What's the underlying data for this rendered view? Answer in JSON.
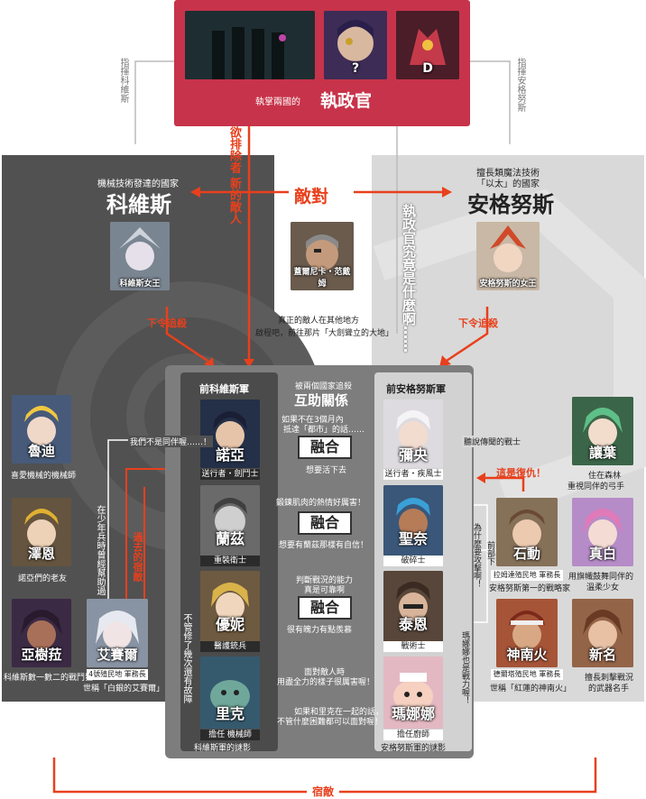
{
  "top": {
    "caption": "執掌兩國的",
    "title": "執政官",
    "portrait_q_label": "?",
    "portrait_d_label": "D",
    "side_left_vertical": "指揮科維斯",
    "side_right_vertical": "指揮安格努斯"
  },
  "keves": {
    "subtitle": "機械技術發達的國家",
    "title": "科維斯",
    "queen_label": "科維斯女王",
    "order_text": "下令追殺"
  },
  "agnus": {
    "subtitle_line1": "擅長類魔法技術",
    "subtitle_line2": "「以太」的國家",
    "title": "安格努斯",
    "queen_label": "安格努斯的女王",
    "order_text": "下令追殺"
  },
  "hostile": "敵對",
  "consul_question": "執政官究竟是什麼啊……",
  "guernica": {
    "label": "蓋爾尼卡・范戴姆",
    "note_line1": "真正的敵人在其他地方",
    "note_line2": "啟程吧，前往那片「大劍聳立的大地」"
  },
  "red_vertical_center": "欲排除者 新的敵人",
  "center": {
    "header_caption": "被兩個國家追殺",
    "header_title": "互助關係",
    "left_col_title": "前科維斯軍",
    "right_col_title": "前安格努斯軍",
    "fusion": "融合"
  },
  "pairs": [
    {
      "left_name": "諾亞",
      "left_tag": "送行者・劍鬥士",
      "right_name": "彌央",
      "right_tag": "送行者・疾風士",
      "line1": "如果不在3個月內",
      "line2": "抵達「都市」的話……",
      "line3": "想要活下去"
    },
    {
      "left_name": "蘭茲",
      "left_tag": "重裝衛士",
      "right_name": "聖奈",
      "right_tag": "破碎士",
      "line1": "鍛鍊肌肉的熱情好厲害！",
      "line2": "",
      "line3": "想要有蘭茲那樣有自信！"
    },
    {
      "left_name": "優妮",
      "left_tag": "醫護銃兵",
      "right_name": "泰恩",
      "right_tag": "戰術士",
      "line1": "判斷戰況的能力",
      "line2": "真是可靠啊",
      "line3": "很有魄力有點羨慕"
    },
    {
      "left_name": "里克",
      "left_tag": "擔任 機械師",
      "left_tag2": "科維斯軍的謎影",
      "right_name": "瑪娜娜",
      "right_tag": "擔任廚師",
      "right_tag2": "安格努斯軍的謎影",
      "line1": "面對敵人時",
      "line2": "用盡全力的樣子很厲害喔！",
      "line3": "如果和里克在一起的話，",
      "line4": "不管什麼困難都可以面對喔！"
    }
  ],
  "left_side": {
    "ruby_name": "魯迪",
    "ruby_desc": "喜愛機械的機械師",
    "zeon_name": "澤恩",
    "zeon_desc": "諾亞們的老友",
    "ashera_name": "亞樹菈",
    "ashera_desc": "科維斯數一數二的戰鬥狂",
    "ethel_name": "艾賽爾",
    "ethel_desc1": "4號殖民地 軍務長",
    "ethel_desc2": "世稱「白銀的艾賽爾」",
    "ethel_note_red": "過去的宿敵",
    "ethel_note_vertical": "在少年兵時曾經幫助過",
    "ethel_fix_vertical": "不管修了幾次還有故障",
    "not_companion": "我們不是同伴喔……！"
  },
  "right_side": {
    "joran_name": "讓葉",
    "joran_desc1": "住在森林",
    "joran_desc2": "重視同伴的弓手",
    "shiki_name": "真白",
    "shiki_desc1": "用旗幟鼓舞同伴的",
    "shiki_desc2": "溫柔少女",
    "isurd_name": "石動",
    "isurd_desc1": "拉姆達殖民地 軍務長",
    "isurd_desc2": "安格努斯第一的戰略家",
    "cammuravi_name": "神南火",
    "cammuravi_desc1": "德爾塔殖民地 軍務長",
    "cammuravi_desc2": "世稱「紅蓮的神南火」",
    "newname_name": "新名",
    "newname_desc1": "擅長刺擊戰況",
    "newname_desc2": "的武器名手",
    "revenge": "這是復仇！",
    "heard_warrior": "聽說傳聞的戰士",
    "attack_why": "為什麼要攻擊啊！",
    "ex_subordinate": "前部下",
    "mananas_family": "瑪娜娜也是戰力喔！"
  },
  "bottom_enemy": "宿敵",
  "colors": {
    "red": "#e8401c",
    "consul_red": "#c7334a",
    "dark": "#515151",
    "light": "#d9d9d9"
  }
}
